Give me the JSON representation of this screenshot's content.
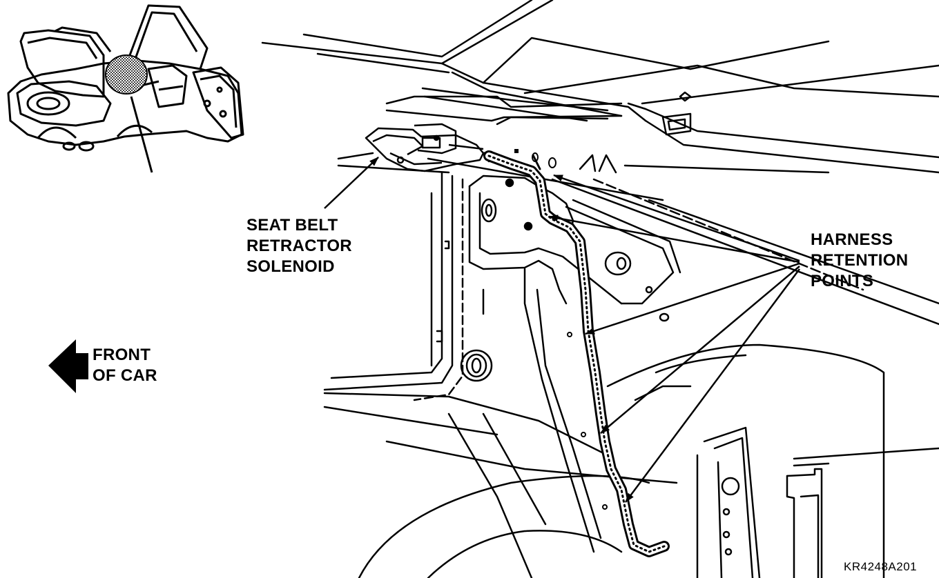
{
  "labels": {
    "solenoid": [
      "SEAT BELT",
      "RETRACTOR",
      "SOLENOID"
    ],
    "harness": [
      "HARNESS",
      "RETENTION",
      "POINTS"
    ],
    "front": [
      "FRONT",
      "OF CAR"
    ]
  },
  "figure_code": "KR4248A201",
  "colors": {
    "ink": "#000000",
    "paper": "#ffffff",
    "shade": "#808080"
  },
  "icons": {
    "direction": "left-arrow-icon",
    "inset": "car-locator-icon"
  }
}
